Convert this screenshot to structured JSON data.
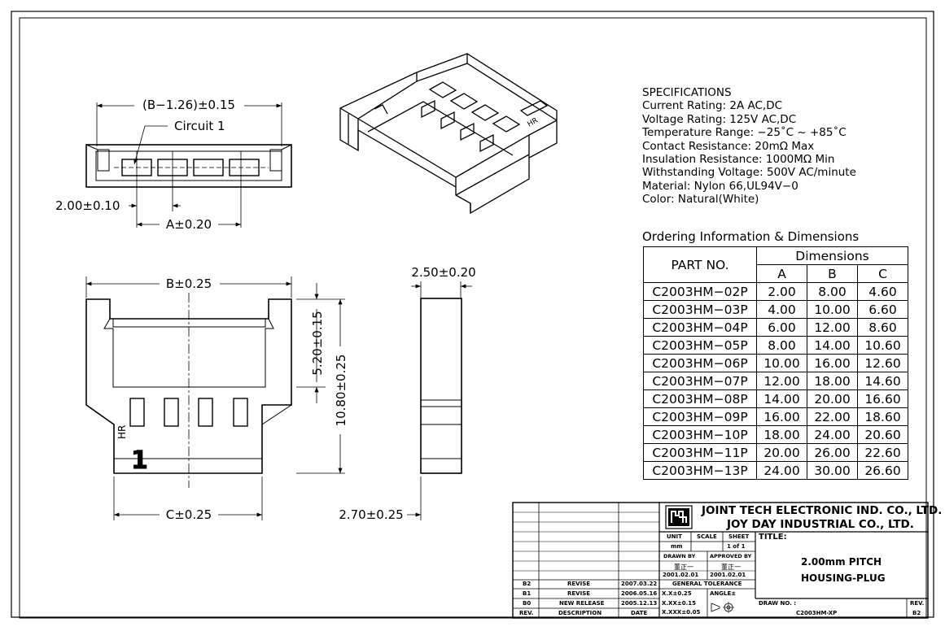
{
  "drawing": {
    "dim_b_minus": "(B−1.26)±0.15",
    "circuit_label": "Circuit 1",
    "dim_pitch": "2.00±0.10",
    "dim_a": "A±0.20",
    "dim_b": "B±0.25",
    "dim_c": "C±0.25",
    "dim_h1": "5.20±0.15",
    "dim_h2": "10.80±0.25",
    "dim_t1": "2.50±0.20",
    "dim_t2": "2.70±0.25",
    "mark_hr": "HR",
    "mark_1": "1"
  },
  "specs": {
    "title": "SPECIFICATIONS",
    "lines": [
      "Current Rating: 2A AC,DC",
      "Voltage Rating: 125V AC,DC",
      "Temperature Range: −25˚C ~ +85˚C",
      "Contact Resistance: 20mΩ Max",
      "Insulation Resistance: 1000MΩ Min",
      "Withstanding Voltage: 500V AC/minute",
      "Material: Nylon 66,UL94V−0",
      "Color: Natural(White)"
    ]
  },
  "ordering": {
    "title": "Ordering Information & Dimensions",
    "part_header": "PART NO.",
    "dim_header": "Dimensions",
    "col_a": "A",
    "col_b": "B",
    "col_c": "C",
    "rows": [
      [
        "C2003HM−02P",
        "2.00",
        "8.00",
        "4.60"
      ],
      [
        "C2003HM−03P",
        "4.00",
        "10.00",
        "6.60"
      ],
      [
        "C2003HM−04P",
        "6.00",
        "12.00",
        "8.60"
      ],
      [
        "C2003HM−05P",
        "8.00",
        "14.00",
        "10.60"
      ],
      [
        "C2003HM−06P",
        "10.00",
        "16.00",
        "12.60"
      ],
      [
        "C2003HM−07P",
        "12.00",
        "18.00",
        "14.60"
      ],
      [
        "C2003HM−08P",
        "14.00",
        "20.00",
        "16.60"
      ],
      [
        "C2003HM−09P",
        "16.00",
        "22.00",
        "18.60"
      ],
      [
        "C2003HM−10P",
        "18.00",
        "24.00",
        "20.60"
      ],
      [
        "C2003HM−11P",
        "20.00",
        "26.00",
        "22.60"
      ],
      [
        "C2003HM−13P",
        "24.00",
        "30.00",
        "26.60"
      ]
    ]
  },
  "title_block": {
    "company1": "JOINT TECH ELECTRONIC IND. CO., LTD.",
    "company2": "JOY DAY INDUSTRIAL CO., LTD.",
    "unit_label": "UNIT",
    "scale_label": "SCALE",
    "sheet_label": "SHEET",
    "unit_value": "mm",
    "sheet_value": "1 of 1",
    "title_label": "TITLE:",
    "title_line1": "2.00mm PITCH",
    "title_line2": "HOUSING-PLUG",
    "drawn_by_label": "DRAWN BY",
    "approved_by_label": "APPROVED BY",
    "drawn_by": "董正一",
    "approved_by": "董正一",
    "drawn_date": "2001.02.01",
    "approved_date": "2001.02.01",
    "general_tolerance": "GENERAL TOLERANCE",
    "tol1": "X.X±0.25",
    "tol2": "X.XX±0.15",
    "tol3": "X.XXX±0.05",
    "angle_label": "ANGLE±",
    "drawing_no_label": "DRAW NO. :",
    "drawing_no": "C2003HM-XP",
    "rev_label": "REV.",
    "rev_value": "B2",
    "revisions": [
      {
        "rev": "B2",
        "desc": "REVISE",
        "date": "2007.03.22"
      },
      {
        "rev": "B1",
        "desc": "REVISE",
        "date": "2006.05.16"
      },
      {
        "rev": "B0",
        "desc": "NEW RELEASE",
        "date": "2005.12.13"
      }
    ],
    "rev_header": "REV.",
    "desc_header": "DESCRIPTION",
    "date_header": "DATE"
  }
}
